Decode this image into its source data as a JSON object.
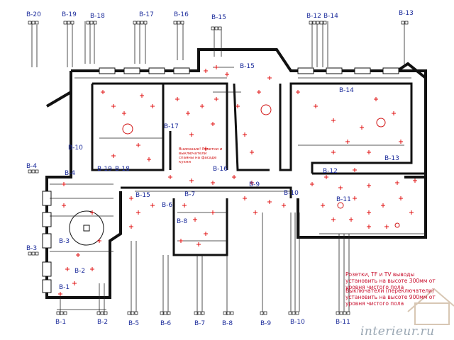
{
  "labels": {
    "top": [
      "B-20",
      "B-19",
      "B-18",
      "B-17",
      "B-16",
      "B-15",
      "B-12",
      "B-14",
      "B-13"
    ],
    "bottom": [
      "B-1",
      "B-2",
      "B-5",
      "B-6",
      "B-7",
      "B-8",
      "B-9",
      "B-10",
      "B-11"
    ],
    "left": [
      "B-4",
      "B-3"
    ],
    "inner": [
      "B-15",
      "B-14",
      "B-17",
      "B-10",
      "B-19",
      "B-18",
      "B-16",
      "B-13",
      "B-12",
      "B-4",
      "B-15",
      "B-7",
      "B-6",
      "B-8",
      "B-9",
      "B-10",
      "B-11",
      "B-3",
      "B-2",
      "B-1"
    ]
  },
  "notes": {
    "sockets": "Розетки, TF и TV выводы установить на высоте 300мм от уровня чистого пола",
    "switches": "Выключатели (переключатели) установить на высоте 900мм от уровня чистого пола",
    "inner_note": "Внимание! Розетки и выключатели спаяны на фасаде кухни"
  },
  "watermark": "interieur.ru",
  "colors": {
    "wall": "#111111",
    "wire": "#222222",
    "socket": "#e01010",
    "label": "#1a2a9a",
    "note": "#c8102e"
  }
}
